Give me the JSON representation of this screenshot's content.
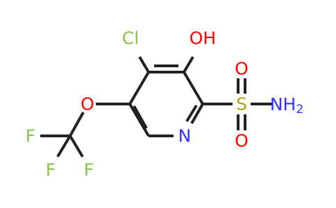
{
  "molecule": {
    "colors": {
      "carbon_bond": "#222222",
      "chlorine": "#8bc34a",
      "oxygen": "#ff0000",
      "nitrogen": "#3333ff",
      "fluorine": "#8bc34a",
      "sulfur": "#b5a000",
      "hydrogen_label": "#ff0000"
    },
    "atoms": {
      "cl": "Cl",
      "oh": "OH",
      "o_ether": "O",
      "s": "S",
      "o_sulfonyl_top": "O",
      "o_sulfonyl_bottom": "O",
      "nh2_main": "NH",
      "nh2_sub": "2",
      "n_ring": "N",
      "f_left": "F",
      "f_bottom_left": "F",
      "f_bottom_right": "F"
    }
  }
}
